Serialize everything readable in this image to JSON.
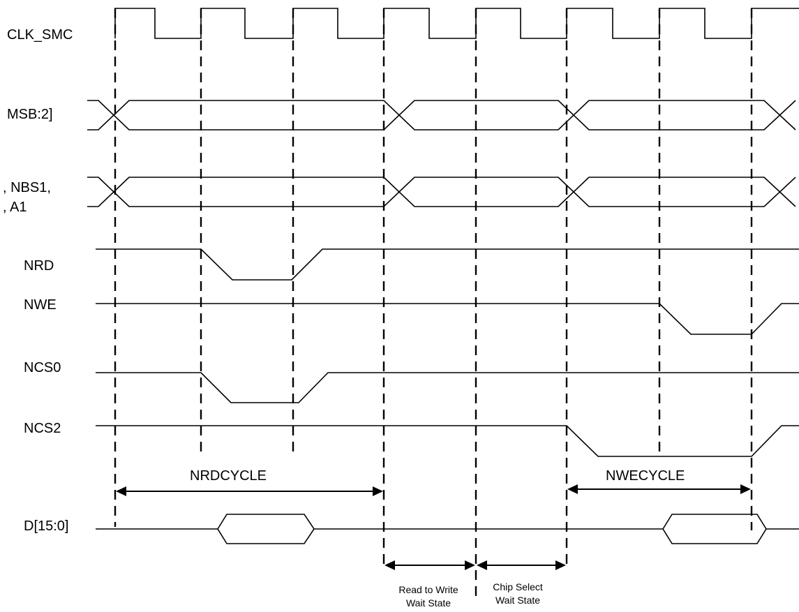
{
  "signals": {
    "clk": "CLK_SMC",
    "addr": "MSB:2]",
    "nbs_line1": ", NBS1,",
    "nbs_line2": ", A1",
    "nrd": "NRD",
    "nwe": "NWE",
    "ncs0": "NCS0",
    "ncs2": "NCS2",
    "data": "D[15:0]"
  },
  "annotations": {
    "nrdcycle": "NRDCYCLE",
    "nwecycle": "NWECYCLE",
    "read_to_write_line1": "Read to Write",
    "read_to_write_line2": "Wait State",
    "chip_select_line1": "Chip Select",
    "chip_select_line2": "Wait State"
  }
}
